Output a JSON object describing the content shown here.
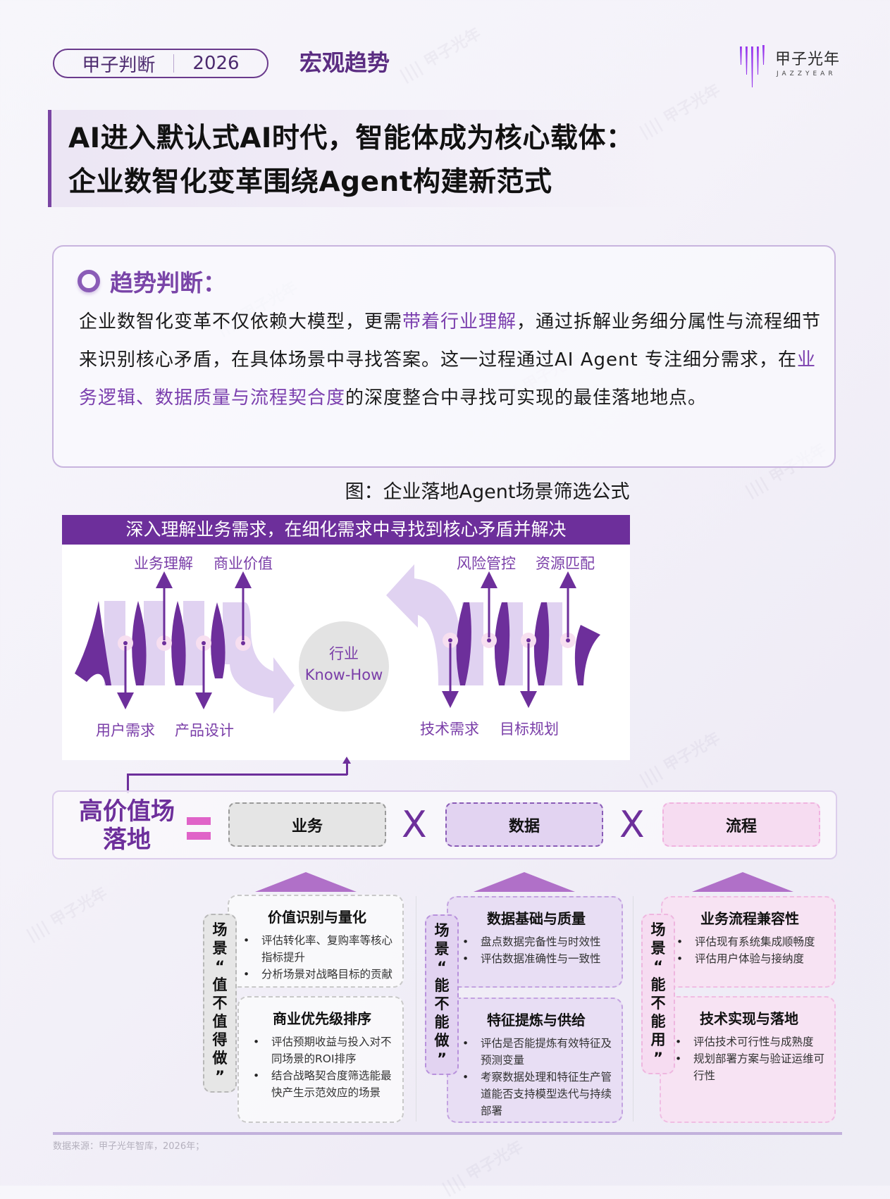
{
  "header": {
    "tag_left": "甲子判断",
    "tag_right": "2026",
    "section_title": "宏观趋势",
    "logo": {
      "name": "甲子光年",
      "en": "JAZZYEAR",
      "icon": "bars-logo-icon"
    }
  },
  "headline": {
    "line1": "AI进入默认式AI时代，智能体成为核心载体：",
    "line2": "企业数智化变革围绕Agent构建新范式"
  },
  "trend": {
    "title": "趋势判断：",
    "icon": "ring-icon",
    "segments": [
      {
        "text": "企业数智化变革不仅依赖大模型，更需",
        "highlight": false
      },
      {
        "text": "带着行业理解",
        "highlight": true
      },
      {
        "text": "，通过拆解业务细分属性与流程细节来识别核心矛盾，在具体场景中寻找答案。这一过程通过AI Agent 专注细分需求，在",
        "highlight": false
      },
      {
        "text": "业务逻辑、数据质量与流程契合度",
        "highlight": true
      },
      {
        "text": "的深度整合中寻找可实现的最佳落地地点。",
        "highlight": false
      }
    ]
  },
  "figure": {
    "caption": "图：企业落地Agent场景筛选公式",
    "banner": "深入理解业务需求，在细化需求中寻找到核心矛盾并解决",
    "center": {
      "line1": "行业",
      "line2": "Know-How"
    },
    "left_helix": {
      "up_labels": [
        "业务理解",
        "商业价值"
      ],
      "down_labels": [
        "用户需求",
        "产品设计"
      ]
    },
    "right_helix": {
      "up_labels": [
        "风险管控",
        "资源匹配"
      ],
      "down_labels": [
        "技术需求",
        "目标规划"
      ]
    },
    "colors": {
      "banner": "#6d2f9b",
      "ribbon_dark": "#6d2f9b",
      "ribbon_light": "#e0d2f1",
      "dot": "#f7dff0"
    }
  },
  "formula": {
    "lhs_line1": "高价值场",
    "lhs_line2": "落地",
    "equals": "=",
    "times": "X",
    "factors": [
      "业务",
      "数据",
      "流程"
    ]
  },
  "columns": [
    {
      "tag": [
        "场",
        "景",
        "“",
        "值",
        "不",
        "值",
        "得",
        "做",
        "”"
      ],
      "cards": [
        {
          "title": "价值识别与量化",
          "items": [
            "评估转化率、复购率等核心指标提升",
            "分析场景对战略目标的贡献"
          ]
        },
        {
          "title": "商业优先级排序",
          "items": [
            "评估预期收益与投入对不同场景的ROI排序",
            "结合战略契合度筛选能最快产生示范效应的场景"
          ]
        }
      ]
    },
    {
      "tag": [
        "场",
        "景",
        "“",
        "能",
        "不",
        "能",
        "做",
        "”"
      ],
      "cards": [
        {
          "title": "数据基础与质量",
          "items": [
            "盘点数据完备性与时效性",
            "评估数据准确性与一致性"
          ]
        },
        {
          "title": "特征提炼与供给",
          "items": [
            "评估是否能提炼有效特征及预测变量",
            "考察数据处理和特征生产管道能否支持模型迭代与持续部署"
          ]
        }
      ]
    },
    {
      "tag": [
        "场",
        "景",
        "“",
        "能",
        "不",
        "能",
        "用",
        "”"
      ],
      "cards": [
        {
          "title": "业务流程兼容性",
          "items": [
            "评估现有系统集成顺畅度",
            "评估用户体验与接纳度"
          ]
        },
        {
          "title": "技术实现与落地",
          "items": [
            "评估技术可行性与成熟度",
            "规划部署方案与验证运维可行性"
          ]
        }
      ]
    }
  ],
  "footer": {
    "source": "数据来源：甲子光年智库，2026年；"
  }
}
